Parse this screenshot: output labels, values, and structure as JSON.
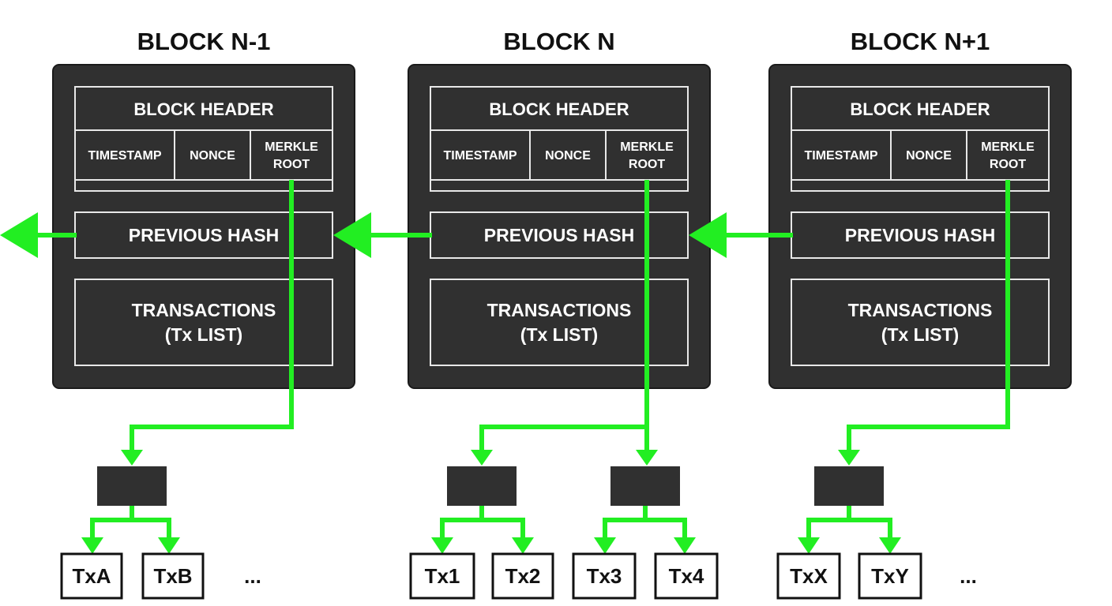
{
  "colors": {
    "block": "#303030",
    "link": "#22ee22",
    "background": "#ffffff"
  },
  "blocks": [
    {
      "title": "BLOCK N-1",
      "header_label": "BLOCK HEADER",
      "fields": [
        "TIMESTAMP",
        "NONCE",
        "MERKLE",
        "ROOT"
      ],
      "previous_hash": "PREVIOUS HASH",
      "transactions_line1": "TRANSACTIONS",
      "transactions_line2": "(Tx LIST)",
      "leaves": [
        "TxA",
        "TxB"
      ],
      "more": "..."
    },
    {
      "title": "BLOCK N",
      "header_label": "BLOCK HEADER",
      "fields": [
        "TIMESTAMP",
        "NONCE",
        "MERKLE",
        "ROOT"
      ],
      "previous_hash": "PREVIOUS HASH",
      "transactions_line1": "TRANSACTIONS",
      "transactions_line2": "(Tx LIST)",
      "leaves": [
        "Tx1",
        "Tx2",
        "Tx3",
        "Tx4"
      ]
    },
    {
      "title": "BLOCK N+1",
      "header_label": "BLOCK HEADER",
      "fields": [
        "TIMESTAMP",
        "NONCE",
        "MERKLE",
        "ROOT"
      ],
      "previous_hash": "PREVIOUS HASH",
      "transactions_line1": "TRANSACTIONS",
      "transactions_line2": "(Tx LIST)",
      "leaves": [
        "TxX",
        "TxY"
      ],
      "more": "..."
    }
  ]
}
